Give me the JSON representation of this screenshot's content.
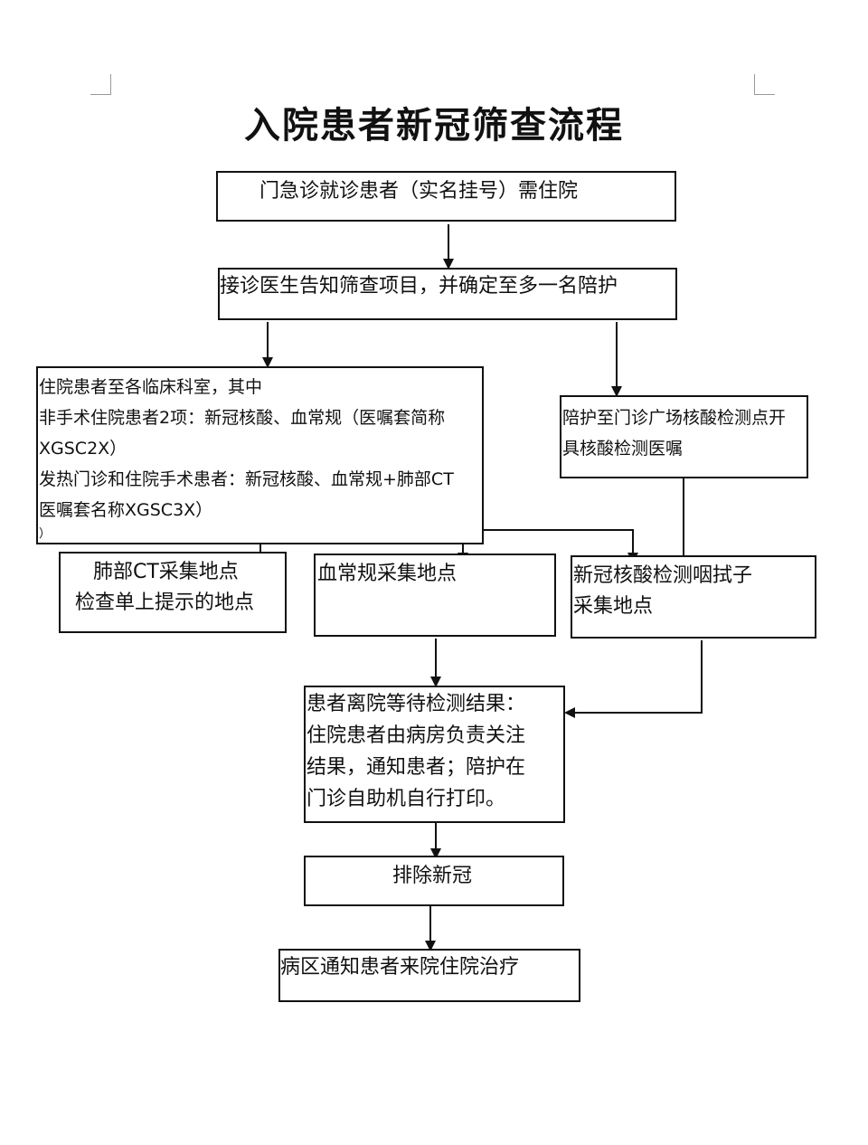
{
  "title": "入院患者新冠筛查流程",
  "nodes": {
    "start": "门急诊就诊患者（实名挂号）需住院",
    "doctor": "接诊医生告知筛查项目，并确定至多一名陪护",
    "inpatient": {
      "line1": "住院患者至各临床科室，其中",
      "line2": "非手术住院患者2项：新冠核酸、血常规（医嘱套简称",
      "line3": "XGSC2X）",
      "line4": "发热门诊和住院手术患者：新冠核酸、血常规+肺部CT",
      "line5": "医嘱套名称XGSC3X）",
      "line6": "）"
    },
    "escort": {
      "line1": "陪护至门诊广场核酸检测点开",
      "line2": "具核酸检测医嘱"
    },
    "ct": {
      "line1": "肺部CT采集地点",
      "line2": "检查单上提示的地点"
    },
    "blood": "血常规采集地点",
    "swab": {
      "line1": "新冠核酸检测咽拭子",
      "line2": "采集地点"
    },
    "wait": {
      "line1": "患者离院等待检测结果：",
      "line2": "住院患者由病房负责关注",
      "line3": "结果，通知患者；陪护在",
      "line4": "门诊自助机自行打印。"
    },
    "exclude": "排除新冠",
    "admit": "病区通知患者来院住院治疗"
  }
}
